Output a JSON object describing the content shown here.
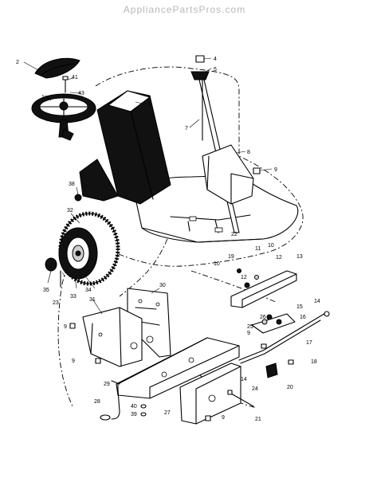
{
  "watermark": "AppliancePartsPros.com",
  "labels": {
    "l1": "1",
    "l2": "2",
    "l3": "3",
    "l4": "4",
    "l5": "5",
    "l7": "7",
    "l8": "8",
    "l9a": "9",
    "l9b": "9",
    "l9c": "9",
    "l9d": "9",
    "l9e": "9",
    "l10a": "10",
    "l10b": "10",
    "l11": "11",
    "l12a": "12",
    "l12b": "12",
    "l13": "13",
    "l14a": "14",
    "l14b": "14",
    "l15": "15",
    "l16": "16",
    "l17": "17",
    "l18": "18",
    "l19": "19",
    "l20": "20",
    "l21": "21",
    "l22": "22",
    "l23": "23",
    "l24": "24",
    "l25": "25",
    "l26": "26",
    "l27": "27",
    "l28": "28",
    "l29": "29",
    "l30": "30",
    "l31": "31",
    "l32": "32",
    "l33": "33",
    "l34": "34",
    "l35": "35",
    "l38": "38",
    "l39": "39",
    "l40": "40",
    "l41": "41",
    "l43": "43"
  }
}
